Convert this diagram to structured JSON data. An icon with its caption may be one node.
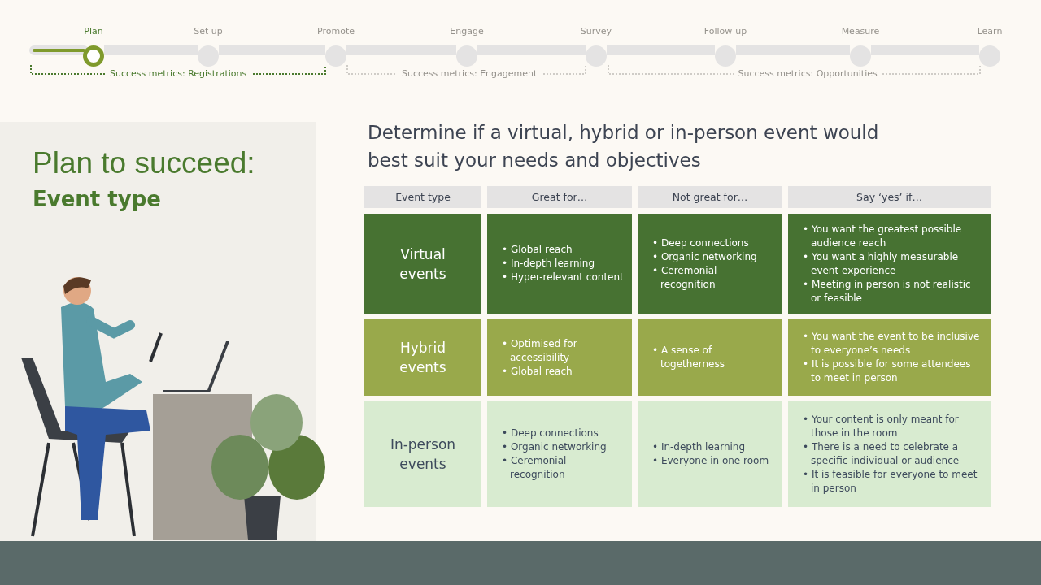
{
  "diagram": {
    "nodes": [
      {
        "text": [
          "Plan"
        ]
      },
      {
        "text": [
          "Set up"
        ]
      },
      {
        "text": [
          "Promote"
        ]
      },
      {
        "text": [
          "Engage"
        ]
      },
      {
        "text": [
          "Survey"
        ]
      },
      {
        "text": [
          "Follow-up"
        ]
      },
      {
        "text": [
          "Measure"
        ]
      },
      {
        "text": [
          "Learn"
        ]
      },
      {
        "text": [
          "Plan to succeed:",
          "Event type"
        ]
      },
      {
        "text": [
          "Event type"
        ]
      },
      {
        "text": [
          "Great for…"
        ]
      },
      {
        "text": [
          "Not great for…"
        ]
      },
      {
        "text": [
          "Say ‘yes’ if…"
        ]
      },
      {
        "text": [
          "Virtual events"
        ]
      },
      {
        "text": [
          "• Global reach",
          "• In-depth learning",
          "• Hyper-relevant content"
        ]
      },
      {
        "text": [
          "• Deep connections",
          "• Organic networking",
          "• Ceremonial recognition"
        ]
      },
      {
        "text": [
          "• You want the greatest possible audience reach",
          "• You want a highly measurable event experience",
          "• Meeting in person is not realistic or feasible"
        ]
      },
      {
        "text": [
          "Hybrid events"
        ]
      },
      {
        "text": [
          "• Optimised for accessibility",
          "• Global reach"
        ]
      },
      {
        "text": [
          "• A sense of togetherness"
        ]
      },
      {
        "text": [
          "• You want the event to be inclusive to everyone’s needs",
          "• It is possible for some attendees to meet in person"
        ]
      },
      {
        "text": [
          "In-person events"
        ]
      },
      {
        "text": [
          "• Deep connections",
          "• Organic networking",
          "• Ceremonial recognition"
        ]
      },
      {
        "text": [
          "• In-depth learning",
          "• Everyone in one room"
        ]
      },
      {
        "text": [
          "• Your content is only meant for those in the room",
          "• There is a need to celebrate a specific individual or audience",
          "• It is feasible for everyone to meet in person"
        ]
      }
    ],
    "edges": [
      {
        "from": 0,
        "to": 1,
        "arrow": "none"
      },
      {
        "from": 1,
        "to": 2,
        "arrow": "none"
      },
      {
        "from": 2,
        "to": 3,
        "arrow": "none"
      },
      {
        "from": 3,
        "to": 4,
        "arrow": "none"
      },
      {
        "from": 4,
        "to": 5,
        "arrow": "none"
      },
      {
        "from": 5,
        "to": 6,
        "arrow": "none"
      },
      {
        "from": 6,
        "to": 7,
        "arrow": "none"
      }
    ],
    "labels": [
      "Success metrics: Registrations",
      "Success metrics: Engagement",
      "Success metrics: Opportunities",
      "Determine if a virtual, hybrid or in-person event would best suit your needs and objectives"
    ]
  }
}
